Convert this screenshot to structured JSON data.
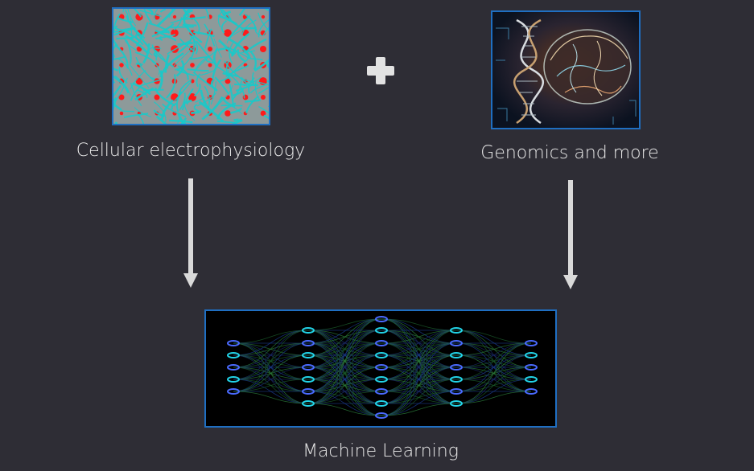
{
  "inputs": {
    "left_caption": "Cellular electrophysiology",
    "right_caption": "Genomics and more"
  },
  "output": {
    "caption": "Machine Learning"
  },
  "icons": {
    "left_image": "electrode-array-image",
    "right_image": "dna-brain-image",
    "bottom_image": "neural-network-image",
    "operator": "plus-icon",
    "connector": "arrow-down-icon"
  },
  "colors": {
    "background": "#2e2d35",
    "frame": "#1f6fc2",
    "text": "#eaeaea",
    "arrow": "#d9d9d9"
  }
}
